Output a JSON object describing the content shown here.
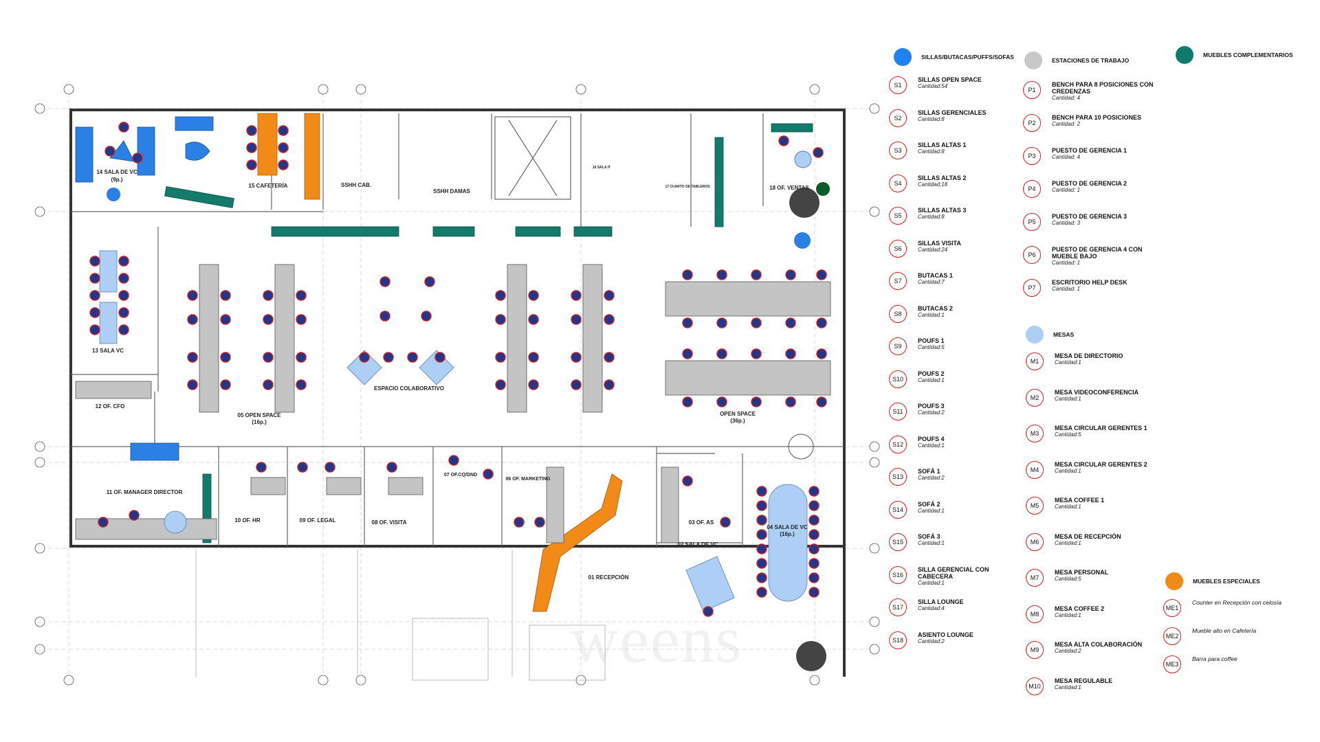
{
  "rooms": {
    "r14": "14 SALA DE VC",
    "r14cap": "(9p.)",
    "r15": "15 CAFETERÍA",
    "ssh_cab": "SSHH CAB.",
    "ssh_dam": "SSHH DAMAS",
    "r16": "16 SALA IT",
    "r17": "17 CUARTO DE TABLEROS",
    "r18": "18 OF. VENTAS",
    "r13": "13 SALA VC",
    "r12": "12 OF. CFO",
    "r05": "05 OPEN SPACE",
    "r05cap": "(16p.)",
    "colab": "ESPACIO COLABORATIVO",
    "open36": "OPEN SPACE",
    "open36cap": "(36p.)",
    "r11": "11 OF. MANAGER DIRECTOR",
    "r10": "10 OF. HR",
    "r09": "09 OF. LEGAL",
    "r08": "08 OF. VISITA",
    "r07": "07 OF.CQ/DND",
    "r06": "06 OF. MARKETING",
    "r03": "03 OF. AS",
    "r02": "02 SALA DE VC",
    "r01": "01 RECEPCIÓN",
    "r04": "04 SALA DE VC",
    "r04cap": "(16p.)"
  },
  "legend": {
    "headers": {
      "chairs": "SILLAS/BUTACAS/PUFFS/SOFAS",
      "stations": "ESTACIONES DE TRABAJO",
      "complementary": "MUEBLES COMPLEMENTARIOS",
      "tables": "MESAS",
      "special": "MUEBLES ESPECIALES"
    },
    "colors": {
      "chairs": "#1e82f0",
      "stations": "#c8c8c8",
      "complementary": "#0f7a6e",
      "tables": "#aecff5",
      "special": "#f28a18"
    },
    "seats": [
      {
        "code": "S1",
        "name": "SILLAS OPEN SPACE",
        "qty": "Cantidad:54"
      },
      {
        "code": "S2",
        "name": "SILLAS GERENCIALES",
        "qty": "Cantidad:8"
      },
      {
        "code": "S3",
        "name": "SILLAS ALTAS 1",
        "qty": "Cantidad:8"
      },
      {
        "code": "S4",
        "name": "SILLAS ALTAS 2",
        "qty": "Cantidad:18"
      },
      {
        "code": "S5",
        "name": "SILLAS ALTAS 3",
        "qty": "Cantidad:8"
      },
      {
        "code": "S6",
        "name": "SILLAS VISITA",
        "qty": "Cantidad:24"
      },
      {
        "code": "S7",
        "name": "BUTACAS 1",
        "qty": "Cantidad:7"
      },
      {
        "code": "S8",
        "name": "BUTACAS 2",
        "qty": "Cantidad:1"
      },
      {
        "code": "S9",
        "name": "POUFS 1",
        "qty": "Cantidad:5"
      },
      {
        "code": "S10",
        "name": "POUFS 2",
        "qty": "Cantidad:1"
      },
      {
        "code": "S11",
        "name": "POUFS 3",
        "qty": "Cantidad:2"
      },
      {
        "code": "S12",
        "name": "POUFS 4",
        "qty": "Cantidad:1"
      },
      {
        "code": "S13",
        "name": "SOFÁ 1",
        "qty": "Cantidad:2"
      },
      {
        "code": "S14",
        "name": "SOFÁ 2",
        "qty": "Cantidad:1"
      },
      {
        "code": "S15",
        "name": "SOFÁ 3",
        "qty": "Cantidad:1"
      },
      {
        "code": "S16",
        "name": "SILLA GERENCIAL CON CABECERA",
        "qty": "Cantidad:1"
      },
      {
        "code": "S17",
        "name": "SILLA LOUNGE",
        "qty": "Cantidad:4"
      },
      {
        "code": "S18",
        "name": "ASIENTO LOUNGE",
        "qty": "Cantidad:2"
      }
    ],
    "stations": [
      {
        "code": "P1",
        "name": "BENCH PARA 8 POSICIONES CON CREDENZAS",
        "qty": "Cantidad: 4"
      },
      {
        "code": "P2",
        "name": "BENCH PARA 10 POSICIONES",
        "qty": "Cantidad: 2"
      },
      {
        "code": "P3",
        "name": "PUESTO DE GERENCIA 1",
        "qty": "Cantidad: 4"
      },
      {
        "code": "P4",
        "name": "PUESTO DE GERENCIA 2",
        "qty": "Cantidad: 1"
      },
      {
        "code": "P5",
        "name": "PUESTO DE GERENCIA 3",
        "qty": "Cantidad: 3"
      },
      {
        "code": "P6",
        "name": "PUESTO DE GERENCIA 4 CON MUEBLE BAJO",
        "qty": "Cantidad: 1"
      },
      {
        "code": "P7",
        "name": "ESCRITORIO HELP DESK",
        "qty": "Cantidad: 1"
      }
    ],
    "tables": [
      {
        "code": "M1",
        "name": "MESA DE DIRECTORIO",
        "qty": "Cantidad:1"
      },
      {
        "code": "M2",
        "name": "MESA VIDEOCONFERENCIA",
        "qty": "Cantidad:1"
      },
      {
        "code": "M3",
        "name": "MESA CIRCULAR GERENTES 1",
        "qty": "Cantidad:5"
      },
      {
        "code": "M4",
        "name": "MESA CIRCULAR GERENTES 2",
        "qty": "Cantidad:1"
      },
      {
        "code": "M5",
        "name": "MESA COFFEE 1",
        "qty": "Cantidad:1"
      },
      {
        "code": "M6",
        "name": "MESA DE RECEPCIÓN",
        "qty": "Cantidad:1"
      },
      {
        "code": "M7",
        "name": "MESA PERSONAL",
        "qty": "Cantidad:5"
      },
      {
        "code": "M8",
        "name": "MESA COFFEE 2",
        "qty": "Cantidad:1"
      },
      {
        "code": "M9",
        "name": "MESA ALTA COLABORACIÓN",
        "qty": "Cantidad:2"
      },
      {
        "code": "M10",
        "name": "MESA REGULABLE",
        "qty": "Cantidad:1"
      }
    ],
    "special": [
      {
        "code": "ME1",
        "name": "Counter en Recepción con celosía"
      },
      {
        "code": "ME2",
        "name": "Mueble alto en Cafetería"
      },
      {
        "code": "ME3",
        "name": "Barra para coffee"
      }
    ]
  },
  "watermark": "weens"
}
